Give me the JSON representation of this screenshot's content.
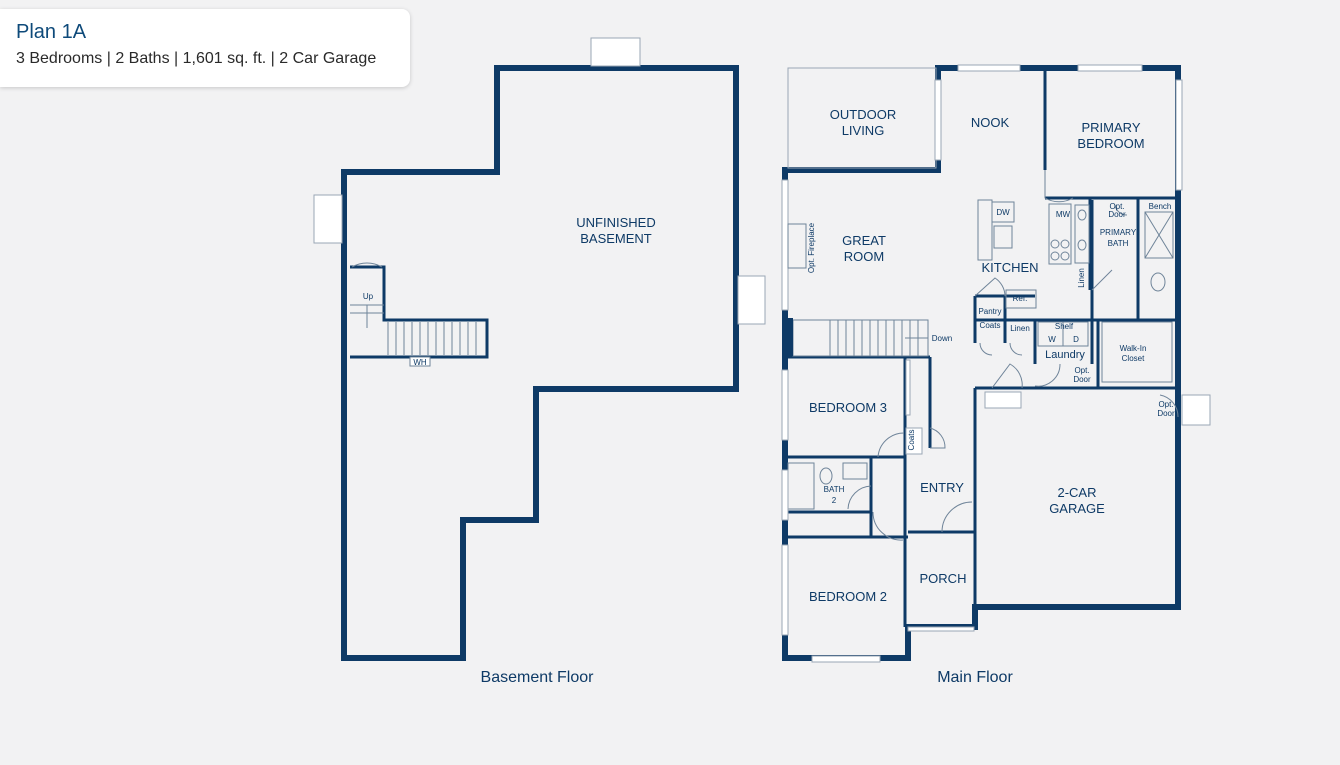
{
  "plan": {
    "title": "Plan 1A",
    "specs": "3 Bedrooms | 2 Baths | 1,601 sq. ft. | 2 Car Garage"
  },
  "basement": {
    "caption": "Basement Floor",
    "room_line1": "UNFINISHED",
    "room_line2": "BASEMENT",
    "up": "Up",
    "wh": "WH"
  },
  "main": {
    "caption": "Main Floor",
    "outdoor1": "OUTDOOR",
    "outdoor2": "LIVING",
    "nook": "NOOK",
    "primary_bed1": "PRIMARY",
    "primary_bed2": "BEDROOM",
    "great1": "GREAT",
    "great2": "ROOM",
    "fireplace": "Opt. Fireplace",
    "kitchen": "KITCHEN",
    "dw": "DW",
    "mw": "MW",
    "linen": "Linen",
    "opt_door_line1": "Opt.",
    "opt_door_line2": "Door",
    "bench": "Bench",
    "primary_bath1": "PRIMARY",
    "primary_bath2": "BATH",
    "ref": "Ref.",
    "pantry": "Pantry",
    "coats": "Coats",
    "shelf": "Shelf",
    "w": "W",
    "d": "D",
    "laundry": "Laundry",
    "walkin1": "Walk-In",
    "walkin2": "Closet",
    "down": "Down",
    "bedroom3": "BEDROOM 3",
    "bath2_1": "BATH",
    "bath2_2": "2",
    "entry": "ENTRY",
    "garage1": "2-CAR",
    "garage2": "GARAGE",
    "porch": "PORCH",
    "bedroom2": "BEDROOM 2"
  },
  "colors": {
    "wall": "#0e3a66",
    "title": "#0e4a7a"
  }
}
